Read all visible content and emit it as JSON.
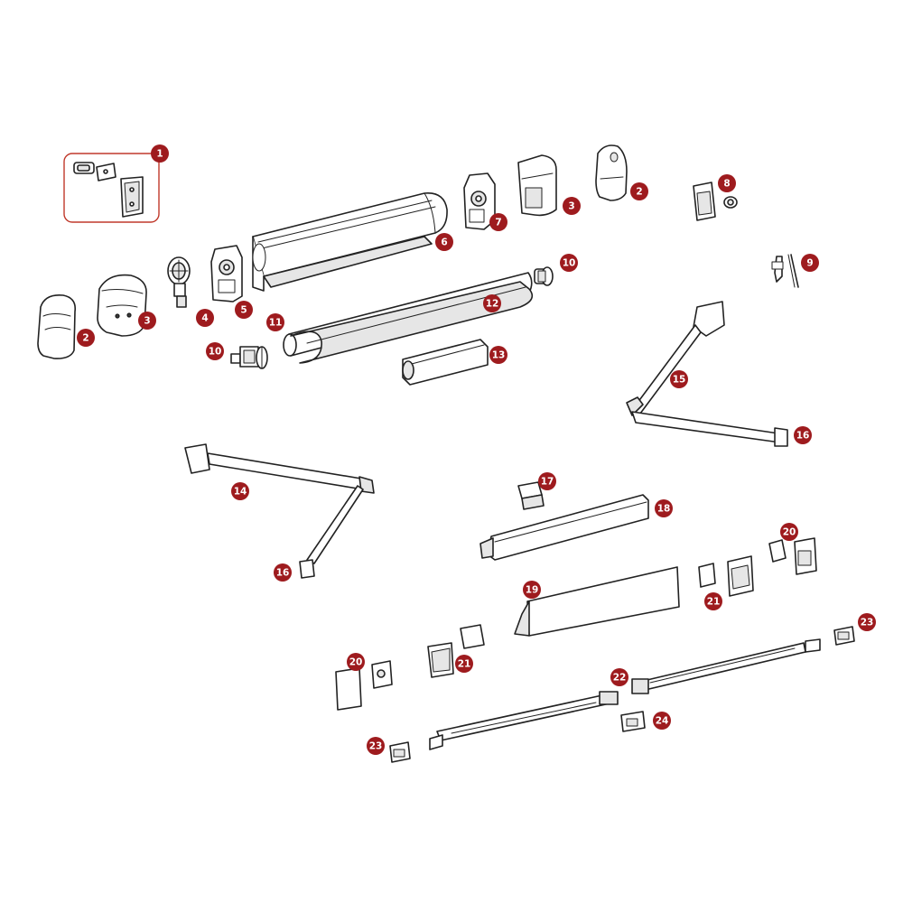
{
  "diagram": {
    "accent_color": "#9e1b1e",
    "line_color": "#222222",
    "background": "#ffffff",
    "callouts": [
      "1",
      "2",
      "2",
      "3",
      "3",
      "4",
      "5",
      "6",
      "7",
      "8",
      "9",
      "10",
      "10",
      "11",
      "12",
      "13",
      "14",
      "15",
      "16",
      "16",
      "17",
      "18",
      "19",
      "20",
      "20",
      "21",
      "21",
      "22",
      "23",
      "23",
      "24"
    ]
  }
}
